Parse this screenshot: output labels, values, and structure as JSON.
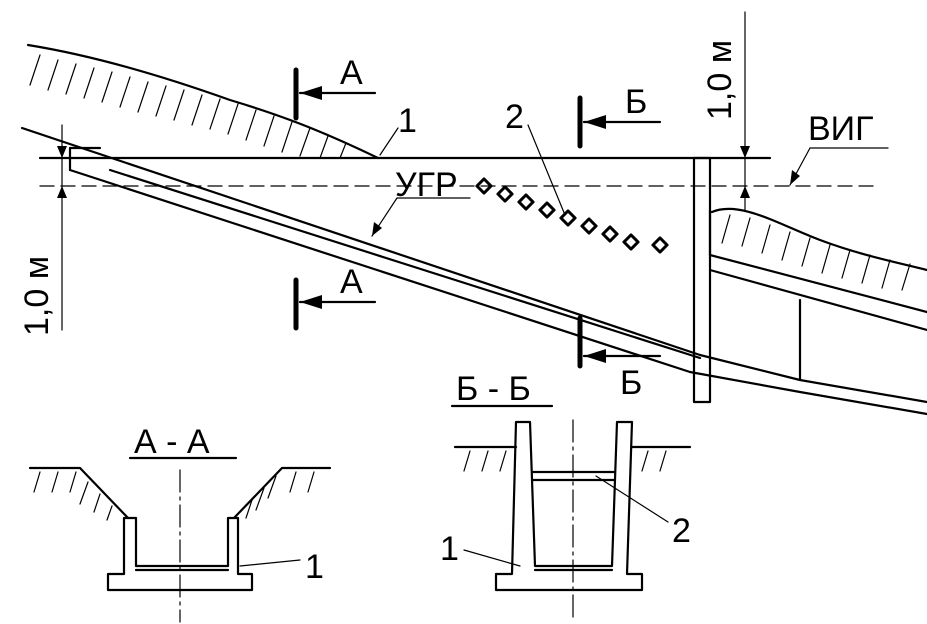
{
  "labels": {
    "section_a": "А",
    "section_b": "Б",
    "section_aa": "А - А",
    "section_bb": "Б - Б",
    "callout_1": "1",
    "callout_2": "2",
    "vig": "ВИГ",
    "ugr": "УГР",
    "dim_left": "1,0 м",
    "dim_right": "1,0 м"
  },
  "colors": {
    "ink": "#000000",
    "background": "#ffffff"
  }
}
